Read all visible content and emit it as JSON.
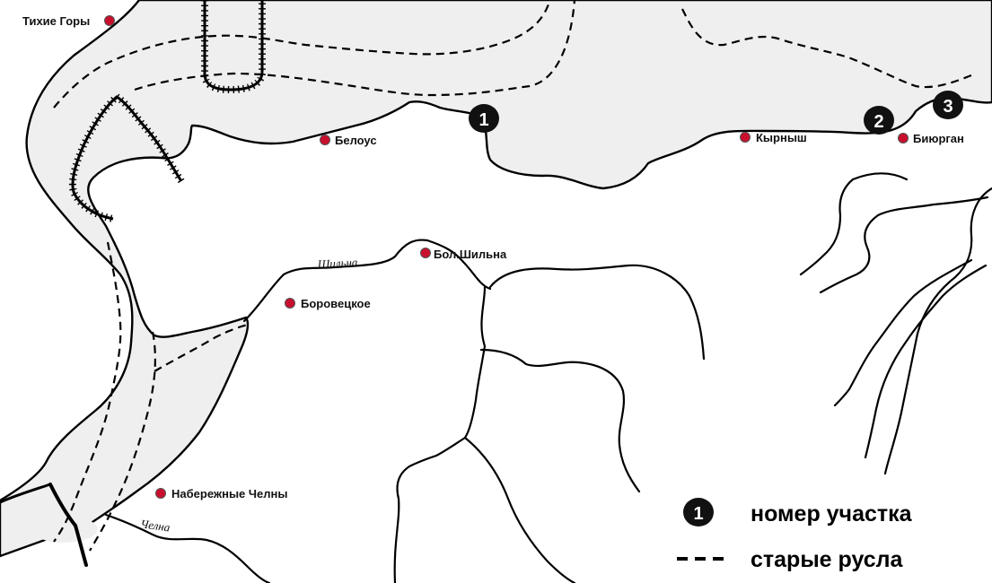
{
  "colors": {
    "water_fill": "#efefef",
    "line": "#000000",
    "town_dot": "#c8102e",
    "marker_fill": "#111111",
    "marker_text": "#ffffff"
  },
  "towns": [
    {
      "id": "tikhie-gory",
      "label": "Тихие Горы"
    },
    {
      "id": "belous",
      "label": "Белоус"
    },
    {
      "id": "kyrnysh",
      "label": "Кырныш"
    },
    {
      "id": "biyurgan",
      "label": "Биюрган"
    },
    {
      "id": "bol-shilna",
      "label": "Бол.Шильна"
    },
    {
      "id": "borovetskoe",
      "label": "Боровецкое"
    },
    {
      "id": "naberezhnye-chelny",
      "label": "Набережные Челны"
    }
  ],
  "rivers": [
    {
      "id": "shilna",
      "label": "Шильна"
    },
    {
      "id": "chelna",
      "label": "Челна"
    }
  ],
  "markers": [
    {
      "id": "1",
      "label": "1"
    },
    {
      "id": "2",
      "label": "2"
    },
    {
      "id": "3",
      "label": "3"
    }
  ],
  "legend": {
    "marker_symbol": "1",
    "marker_text": "номер участка",
    "dashed_text": "старые русла"
  }
}
